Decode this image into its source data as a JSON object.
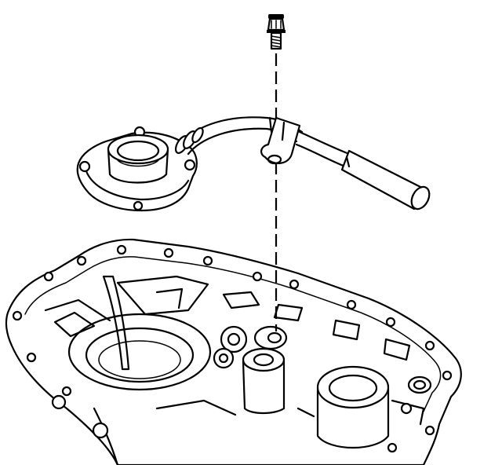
{
  "diagram": {
    "parts": [
      {
        "id": "bolt",
        "icon": "bolt-icon"
      },
      {
        "id": "clutch-release-bearing",
        "icon": "bearing-icon"
      },
      {
        "id": "hydraulic-line",
        "icon": "pipe-icon"
      },
      {
        "id": "transmission-case",
        "icon": "housing-icon"
      }
    ],
    "colors": {
      "line": "#000000",
      "background": "#ffffff"
    }
  }
}
